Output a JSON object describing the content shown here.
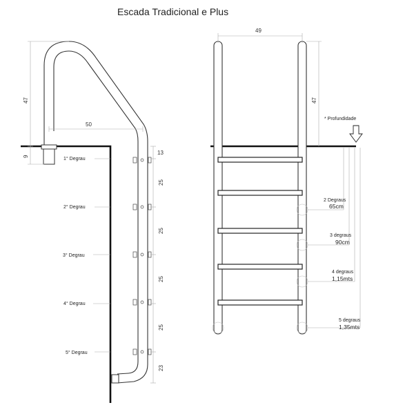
{
  "title": "Escada Tradicional e Plus",
  "side_view": {
    "dims": {
      "height_47": "47",
      "depth_9": "9",
      "width_50": "50",
      "top_13": "13",
      "gap1": "25",
      "gap2": "25",
      "gap3": "25",
      "gap4": "25",
      "bottom_23": "23"
    },
    "steps": [
      "1° Degrau",
      "2° Degrau",
      "3° Degrau",
      "4° Degrau",
      "5° Degrau"
    ]
  },
  "front_view": {
    "dims": {
      "width_49": "49",
      "height_47": "47"
    },
    "depth_label": "* Profundidade",
    "depth_options": [
      {
        "steps": "2 Degraus",
        "depth": "65cm"
      },
      {
        "steps": "3 degraus",
        "depth": "90cm"
      },
      {
        "steps": "4 degraus",
        "depth": "1,15mts"
      },
      {
        "steps": "5 degraus",
        "depth": "1,35mts"
      }
    ]
  }
}
